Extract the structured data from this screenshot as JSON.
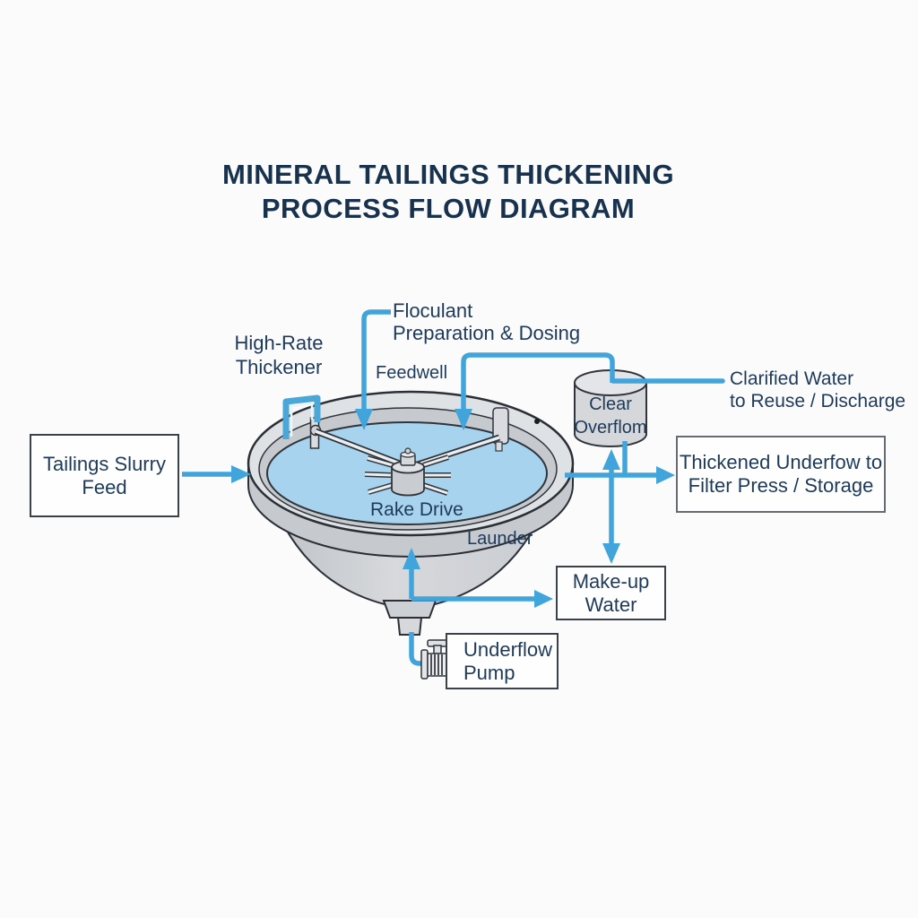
{
  "title": {
    "line1": "MINERAL TAILINGS THICKENING",
    "line2": "PROCESS FLOW DIAGRAM"
  },
  "nodes": {
    "tailings_feed": {
      "label": "Tailings Slurry\nFeed"
    },
    "thickened_underflow": {
      "label": "Thickened Underfow to\nFilter Press / Storage"
    },
    "makeup_water": {
      "label": "Make-up\nWater"
    },
    "underflow_pump": {
      "label": "Underflow\nPump"
    },
    "clear_overflow": {
      "label": "Clear\nOverflom"
    }
  },
  "labels": {
    "high_rate_thickener": "High-Rate\nThickener",
    "flocculant": "Floculant\nPreparation & Dosing",
    "feedwell": "Feedwell",
    "clarified_water": "Clarified Water\nto Reuse / Discharge",
    "rake_drive": "Rake Drive",
    "launder": "Launder"
  },
  "colors": {
    "flow_blue": "#41a4da",
    "text_navy": "#1e3a5a",
    "title_navy": "#18314d",
    "water_blue": "#a7d3ee",
    "tank_gray": "#dfe2e5"
  }
}
